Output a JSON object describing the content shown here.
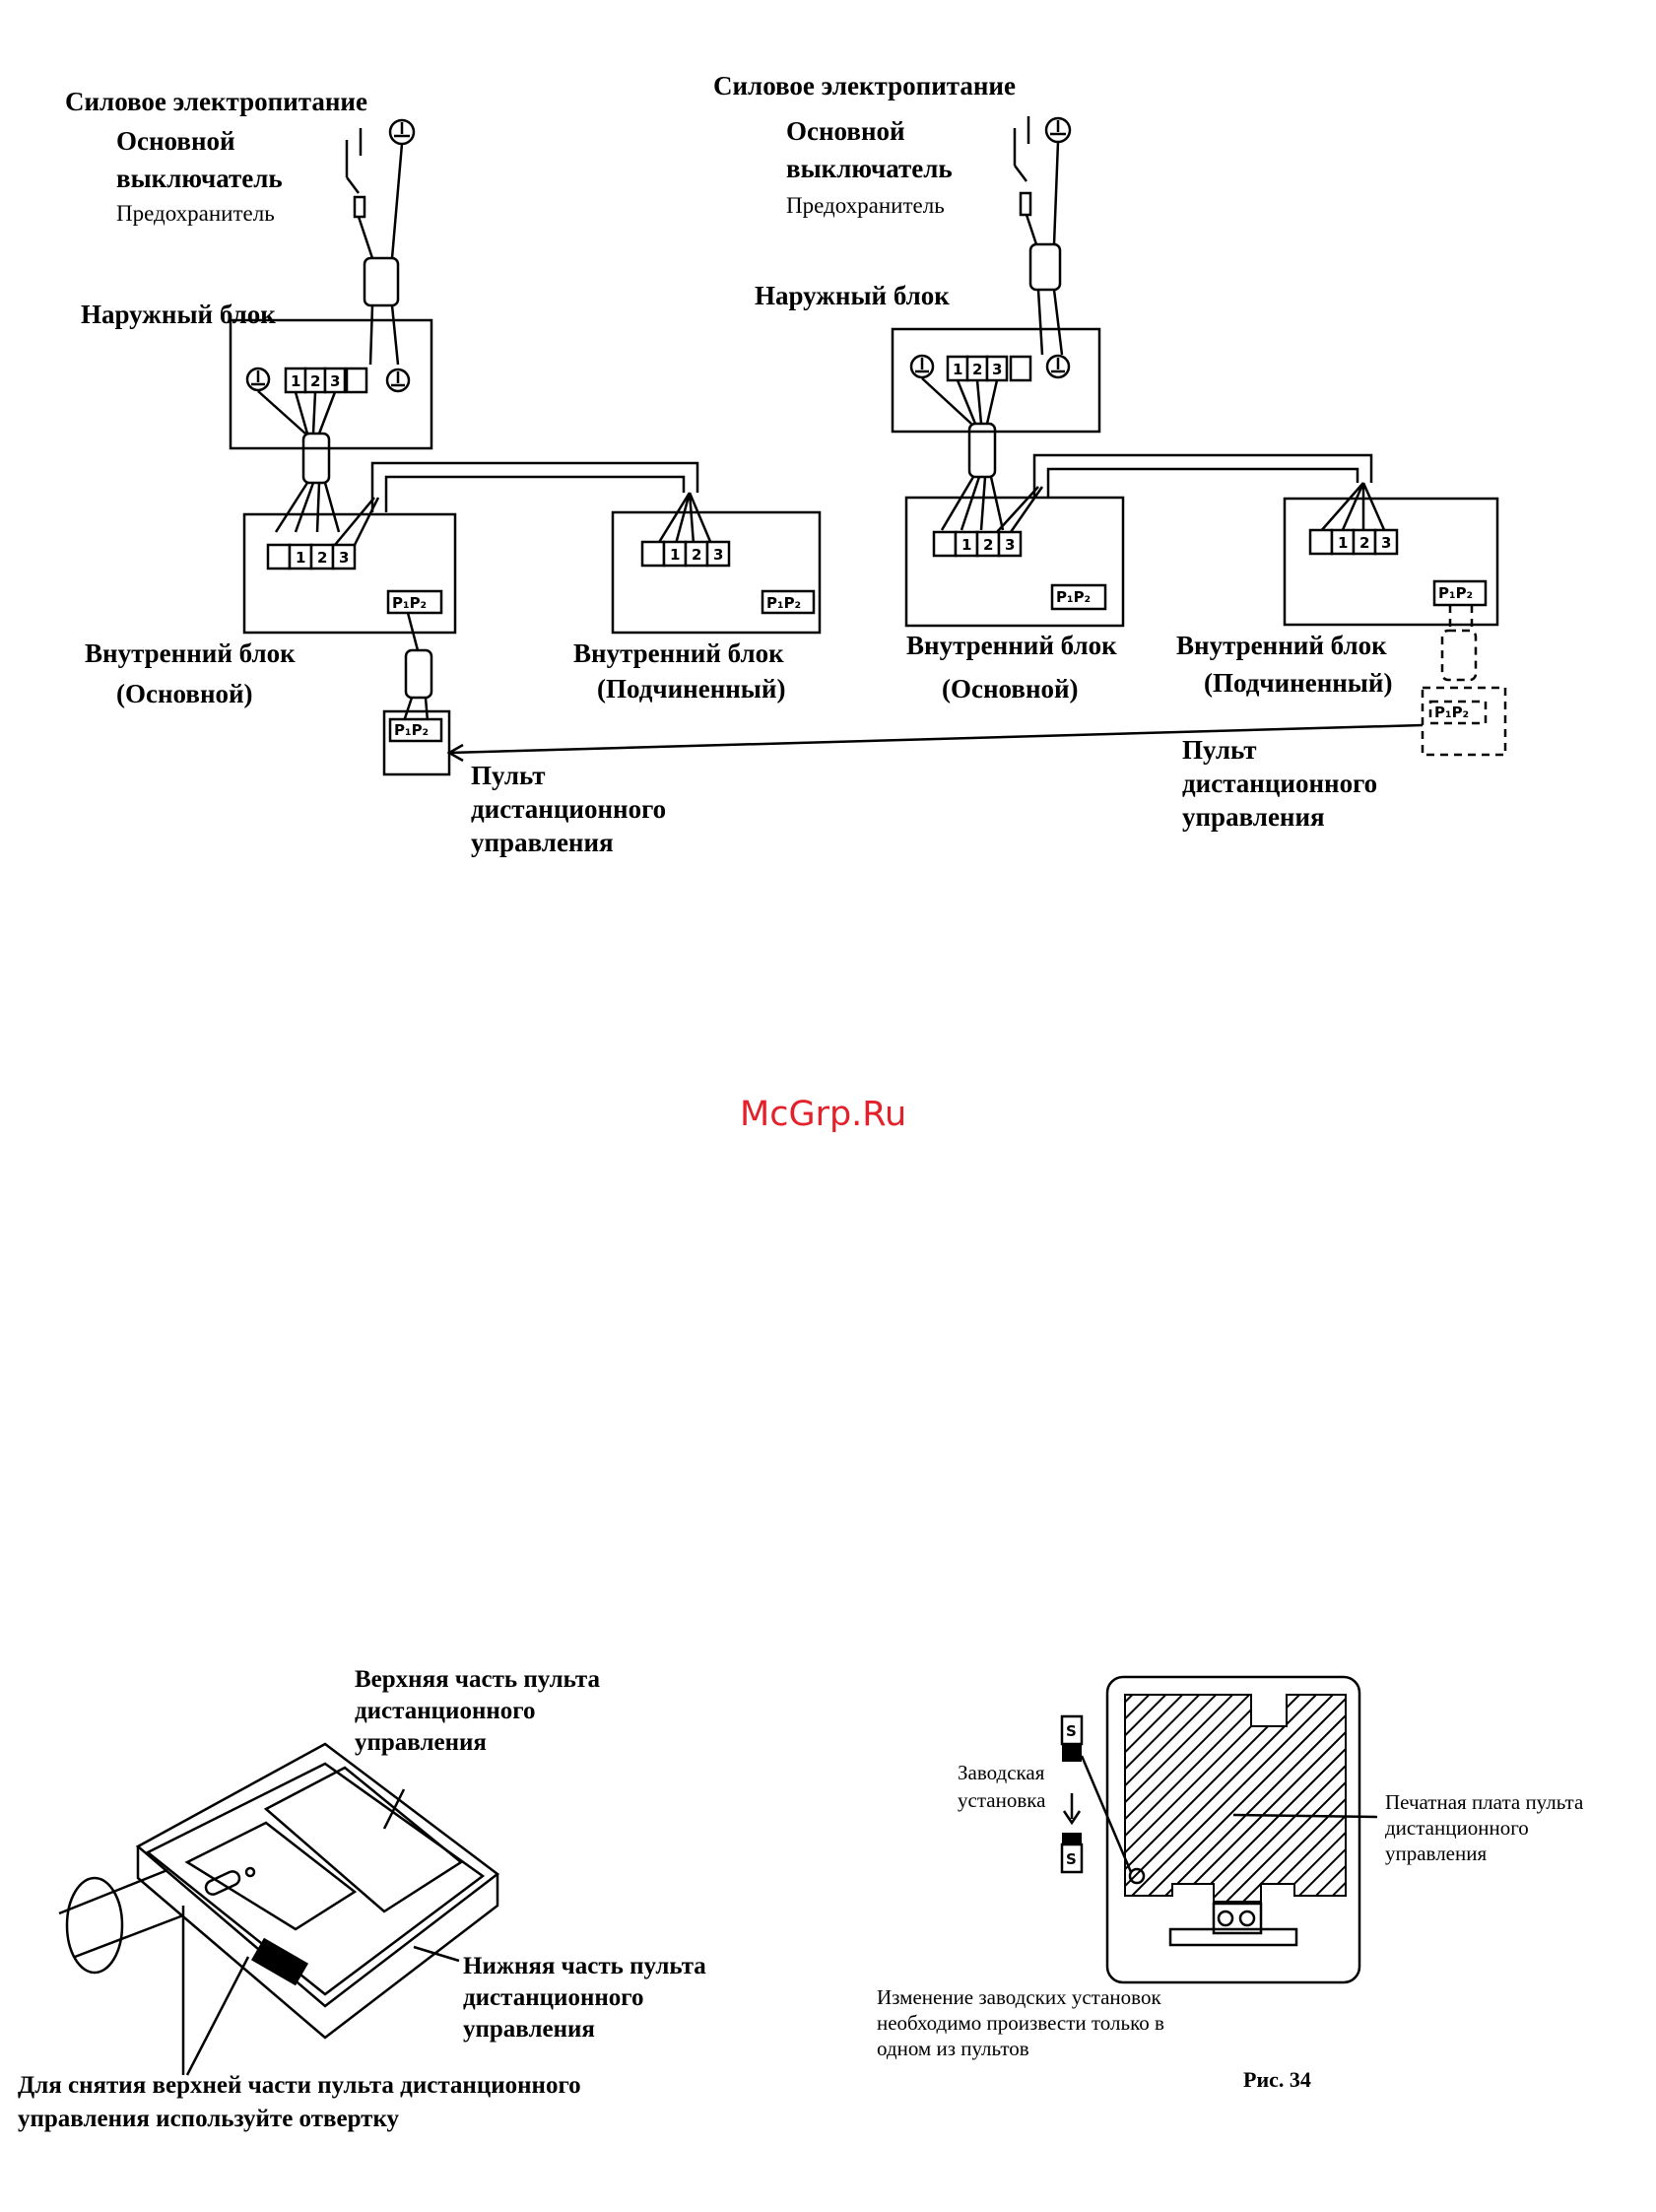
{
  "diagram1": {
    "power": "Силовое электропитание",
    "main_switch_1": "Основной",
    "main_switch_2": "выключатель",
    "fuse": "Предохранитель",
    "outdoor": "Наружный блок",
    "indoor_main_1": "Внутренний блок",
    "indoor_main_2": "(Основной)",
    "indoor_slave_1": "Внутренний блок",
    "indoor_slave_2": "(Подчиненный)",
    "remote_1": "Пульт",
    "remote_2": "дистанционного",
    "remote_3": "управления"
  },
  "diagram2": {
    "power": "Силовое электропитание",
    "main_switch_1": "Основной",
    "main_switch_2": "выключатель",
    "fuse": "Предохранитель",
    "outdoor": "Наружный блок",
    "indoor_main_1": "Внутренний блок",
    "indoor_main_2": "(Основной)",
    "indoor_slave_1": "Внутренний блок",
    "indoor_slave_2": "(Подчиненный)",
    "remote_1": "Пульт",
    "remote_2": "дистанционного",
    "remote_3": "управления"
  },
  "terminals": [
    "1",
    "2",
    "3"
  ],
  "pp_label": "P₁P₂",
  "watermark": "McGrp.Ru",
  "remote_open": {
    "upper_1": "Верхняя часть пульта",
    "upper_2": "дистанционного",
    "upper_3": "управления",
    "lower_1": "Нижняя часть пульта",
    "lower_2": "дистанционного",
    "lower_3": "управления",
    "screwdriver_1": "Для снятия верхней части пульта дистанционного",
    "screwdriver_2": "управления используйте отвертку"
  },
  "pcb": {
    "factory_1": "Заводская",
    "factory_2": "установка",
    "switch_label": "S",
    "pcb_1": "Печатная плата пульта",
    "pcb_2": "дистанционного",
    "pcb_3": "управления",
    "note_1": "Изменение заводских установок",
    "note_2": "необходимо произвести только в",
    "note_3": "одном из пультов"
  },
  "figure": "Рис. 34"
}
